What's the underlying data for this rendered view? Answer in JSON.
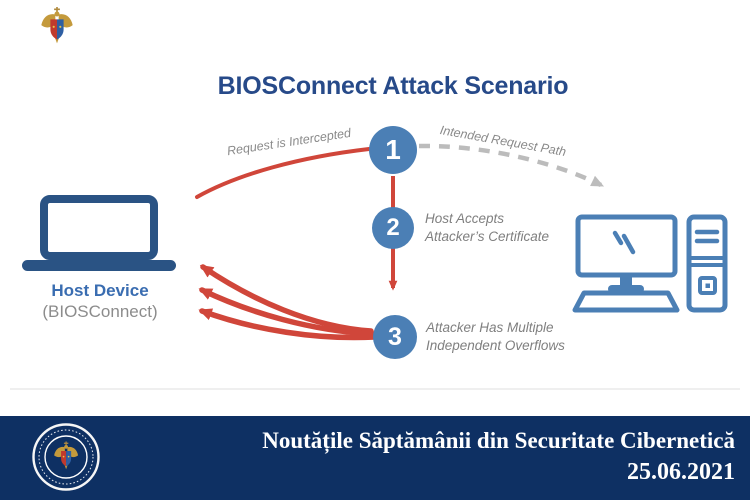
{
  "diagram": {
    "title": "BIOSConnect Attack Scenario",
    "edge_labels": {
      "request_intercepted": "Request is Intercepted",
      "intended_request_path": "Intended Request Path"
    },
    "steps": [
      {
        "number": "1"
      },
      {
        "number": "2",
        "line1": "Host Accepts",
        "line2": "Attacker’s Certificate"
      },
      {
        "number": "3",
        "line1": "Attacker Has Multiple",
        "line2": "Independent Overflows"
      }
    ],
    "host_device": {
      "name": "Host Device",
      "subtitle": "(BIOSConnect)"
    },
    "icons": {
      "host": "laptop-icon",
      "attacker_machine": "desktop-computer-icon",
      "top_left": "moldova-coat-of-arms-icon",
      "banner_logo": "institution-seal-logo"
    }
  },
  "banner": {
    "title": "Noutățile Săptămânii din Securitate Cibernetică",
    "date": "25.06.2021"
  },
  "colors": {
    "title_navy": "#274a89",
    "step_circle_blue": "#4b7fb5",
    "laptop_navy": "#2a5384",
    "desktop_blue": "#4b7fb5",
    "arrow_red": "#d0463a",
    "label_gray": "#8a8a8a",
    "dashed_gray": "#bcbcbc",
    "banner_navy": "#0e3063",
    "banner_text": "#ffffff",
    "host_label_blue": "#3a6db1"
  }
}
